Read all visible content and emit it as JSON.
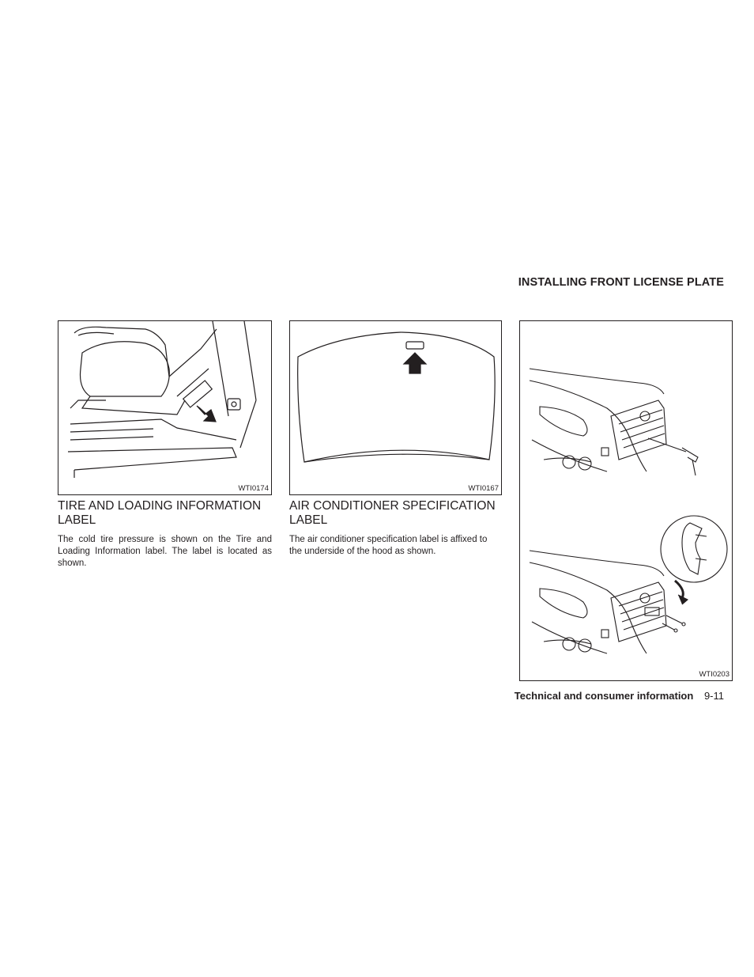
{
  "section_header": "INSTALLING FRONT LICENSE PLATE",
  "left_column": {
    "figure_code": "WTI0174",
    "heading_line1": "TIRE AND LOADING INFORMATION",
    "heading_line2": "LABEL",
    "body": "The cold tire pressure is shown on the Tire and Loading Information label. The label is located as shown."
  },
  "middle_column": {
    "figure_code": "WTI0167",
    "heading_line1": "AIR CONDITIONER SPECIFICATION",
    "heading_line2": "LABEL",
    "body": "The air conditioner specification label is affixed to the underside of the hood as shown."
  },
  "right_column": {
    "figure_code": "WTI0203"
  },
  "footer": {
    "chapter": "Technical and consumer information",
    "page": "9-11"
  }
}
